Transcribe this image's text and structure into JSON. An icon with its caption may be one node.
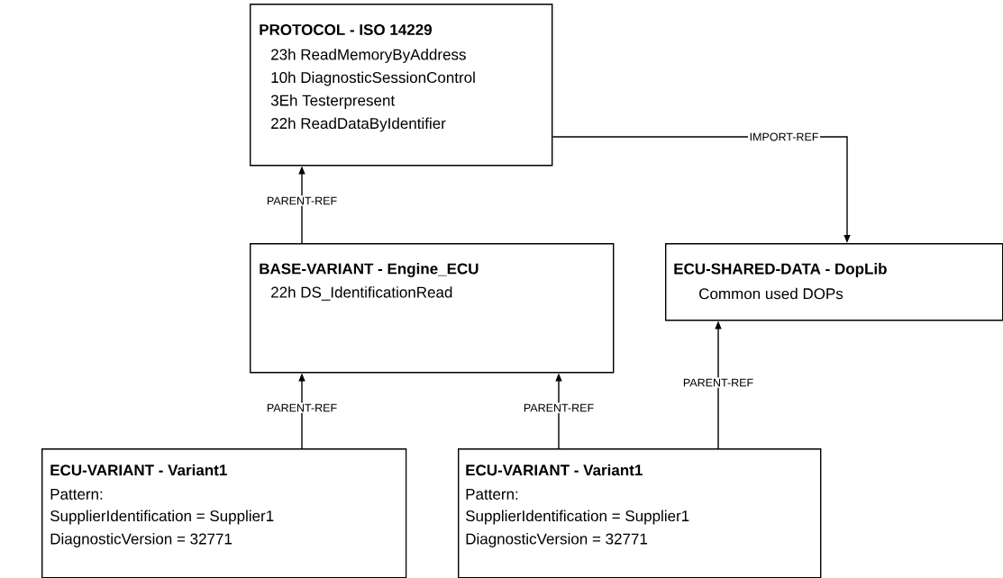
{
  "diagram": {
    "nodes": [
      {
        "text": [
          "PROTOCOL - ISO 14229",
          "23h ReadMemoryByAddress",
          "10h DiagnosticSessionControl",
          "3Eh Testerpresent",
          "22h ReadDataByIdentifier"
        ]
      },
      {
        "text": [
          "BASE-VARIANT - Engine_ECU",
          "22h DS_IdentificationRead"
        ]
      },
      {
        "text": [
          "ECU-SHARED-DATA - DopLib",
          "Common used DOPs"
        ]
      },
      {
        "text": [
          "ECU-VARIANT - Variant1",
          "Pattern:",
          "SupplierIdentification = Supplier1",
          "DiagnosticVersion = 32771"
        ]
      },
      {
        "text": [
          "ECU-VARIANT - Variant1",
          "Pattern:",
          "SupplierIdentification = Supplier1",
          "DiagnosticVersion = 32771"
        ]
      }
    ],
    "edges": [
      {
        "from": 1,
        "to": 0,
        "arrow": "to",
        "label": "PARENT-REF"
      },
      {
        "from": 0,
        "to": 2,
        "arrow": "to",
        "label": "IMPORT-REF"
      },
      {
        "from": 3,
        "to": 1,
        "arrow": "to",
        "label": "PARENT-REF"
      },
      {
        "from": 4,
        "to": 1,
        "arrow": "to",
        "label": "PARENT-REF"
      },
      {
        "from": 4,
        "to": 2,
        "arrow": "to",
        "label": "PARENT-REF"
      }
    ]
  }
}
